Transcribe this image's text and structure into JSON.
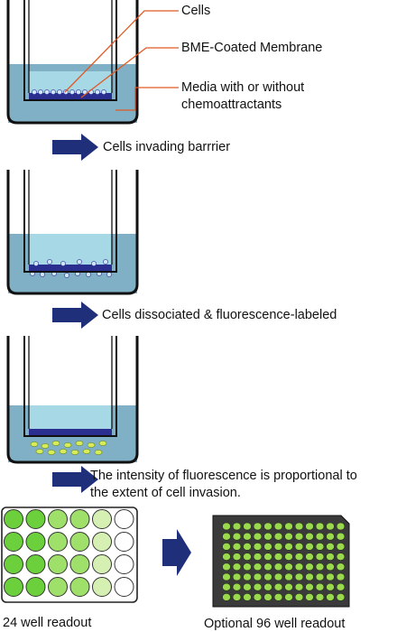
{
  "labels": {
    "cells": "Cells",
    "membrane": "BME-Coated Membrane",
    "media_line1": "Media with or without",
    "media_line2": "chemoattractants"
  },
  "steps": {
    "step1": "Cells invading barrrier",
    "step2": "Cells dissociated & fluorescence-labeled",
    "step3_line1": "The intensity of fluorescence is proportional to",
    "step3_line2": "the extent of cell invasion."
  },
  "readouts": {
    "well24": "24 well readout",
    "well96": "Optional 96 well readout"
  },
  "colors": {
    "media": "#7fb0c6",
    "insert_media": "#a6d8e6",
    "membrane": "#2a2f8f",
    "arrow": "#1f2f7a",
    "leader_line": "#e05a24",
    "well_bright": "#6ccf3c",
    "well_mid": "#9fe06a",
    "well_light": "#d6f0b4",
    "well_empty": "#ffffff",
    "plate96": "#3a3a3a",
    "well96": "#9ad84e"
  },
  "plate24": {
    "rows": 4,
    "cols": 6,
    "column_shades": [
      "bright",
      "bright",
      "mid",
      "mid",
      "light",
      "empty"
    ]
  },
  "plate96": {
    "rows": 8,
    "cols": 12
  }
}
